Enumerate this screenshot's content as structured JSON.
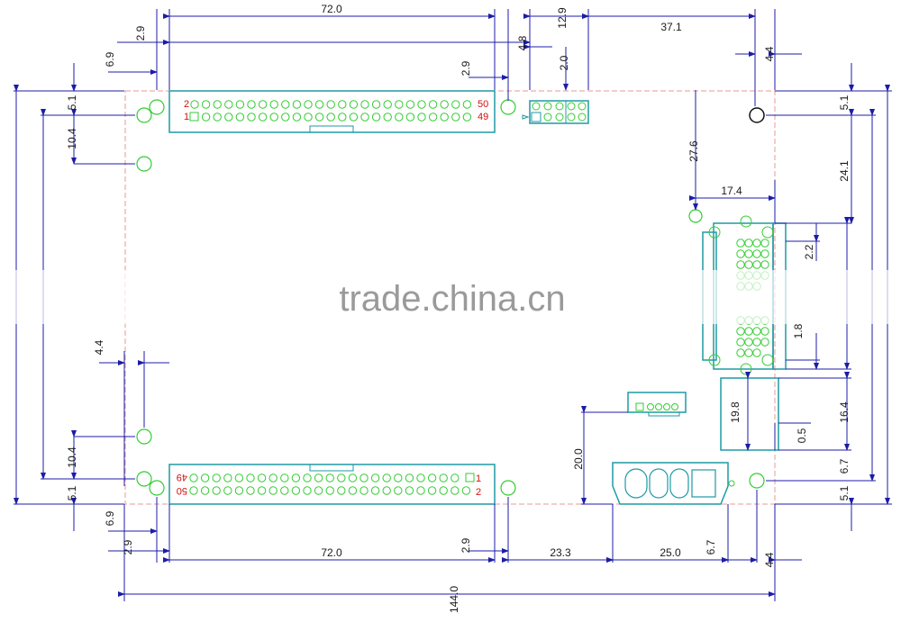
{
  "dimensions": {
    "top_header_left_edge": "2.9",
    "top_header_len": "72.0",
    "top_header_right_edge": "2.9",
    "top_small_gap": "4.8",
    "top_conn_width": "12.9",
    "top_conn_offset": "2.0",
    "top_right_span": "37.1",
    "top_right_hole": "4.4",
    "left_hole_x": "6.9",
    "left_51_top": "5.1",
    "left_104_top": "10.4",
    "left_44": "4.4",
    "left_104_bottom": "10.4",
    "left_51_bottom": "5.1",
    "left_69_bottom": "6.9",
    "bottom_29_left": "2.9",
    "bottom_header_len": "72.0",
    "bottom_29_right": "2.9",
    "bottom_233": "23.3",
    "bottom_250": "25.0",
    "bottom_67": "6.7",
    "bottom_44": "4.4",
    "bottom_total": "144.0",
    "right_276": "27.6",
    "right_174": "17.4",
    "right_51_top": "5.1",
    "right_241": "24.1",
    "right_22": "2.2",
    "right_18": "1.8",
    "right_198": "19.8",
    "right_05": "0.5",
    "right_164": "16.4",
    "right_200": "20.0",
    "right_67": "6.7",
    "right_51_bottom": "5.1"
  },
  "pin_labels": {
    "top_2": "2",
    "top_1": "1",
    "top_50": "50",
    "top_49": "49",
    "bottom_1": "1",
    "bottom_2": "2",
    "bottom_49": "49",
    "bottom_50": "50"
  },
  "watermark": "trade.china.cn",
  "colors": {
    "outline": "#1f9aa4",
    "dimension_line": "#1c1ca8",
    "component": "#33cc33",
    "board_edge": "#e89a9a",
    "pin_label": "#d01010"
  }
}
